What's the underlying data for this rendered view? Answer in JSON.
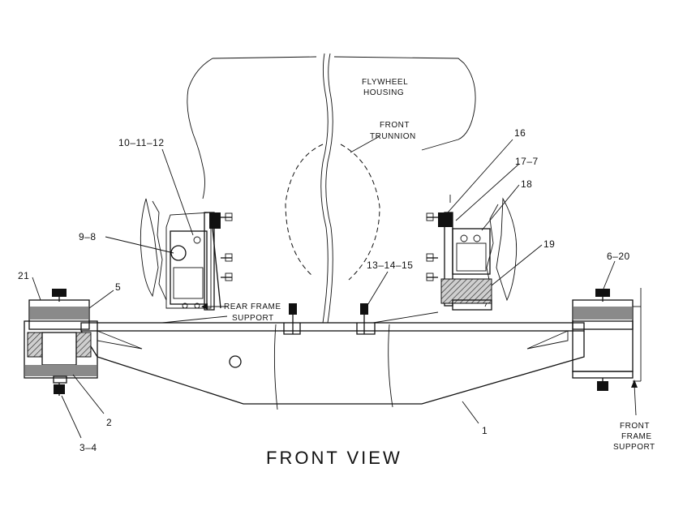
{
  "callouts": {
    "c10_11_12": "10–11–12",
    "c9_8": "9–8",
    "c21": "21",
    "c5": "5",
    "c16": "16",
    "c17_7": "17–7",
    "c18": "18",
    "c19": "19",
    "c13_14_15": "13–14–15",
    "c6_20": "6–20",
    "c1": "1",
    "c2": "2",
    "c3_4": "3–4"
  },
  "notes": {
    "flywheel_line1": "FLYWHEEL",
    "flywheel_line2": "HOUSING",
    "trunnion_line1": "FRONT",
    "trunnion_line2": "TRUNNION",
    "rear_frame_line1": "REAR  FRAME",
    "rear_frame_line2": "SUPPORT",
    "front_frame_line1": "FRONT",
    "front_frame_line2": "FRAME",
    "front_frame_line3": "SUPPORT"
  },
  "view_title": "FRONT  VIEW"
}
